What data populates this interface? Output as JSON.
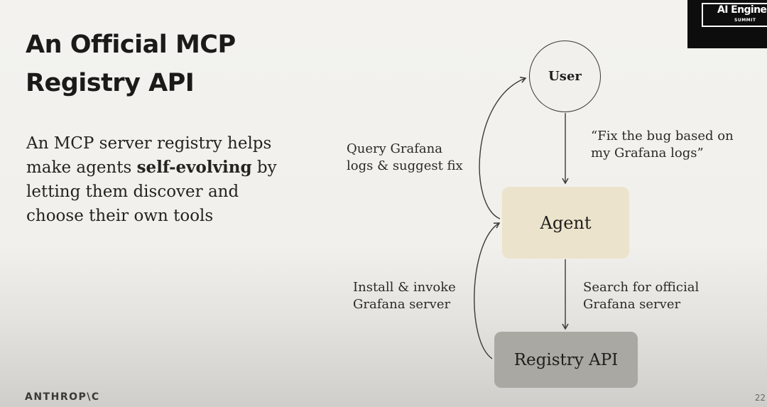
{
  "slide": {
    "title_line1": "An Official MCP",
    "title_line2": "Registry API",
    "body_before": "An MCP server registry helps make agents ",
    "body_bold": "self-evolving",
    "body_after": " by letting them discover and choose their own tools",
    "footer_logo": "ANTHROP\\C",
    "page_number": "22"
  },
  "badge": {
    "title": "AI Engineer",
    "subtitle": "SUMMIT"
  },
  "diagram": {
    "nodes": {
      "user": "User",
      "agent": "Agent",
      "registry": "Registry API"
    },
    "edges": {
      "user_to_agent_line1": "“Fix the bug based on",
      "user_to_agent_line2": "my Grafana logs”",
      "agent_to_user_line1": "Query Grafana",
      "agent_to_user_line2": "logs & suggest fix",
      "agent_to_registry_line1": "Search for official",
      "agent_to_registry_line2": "Grafana server",
      "registry_to_agent_line1": "Install & invoke",
      "registry_to_agent_line2": "Grafana server"
    }
  },
  "colors": {
    "agent_fill": "#ece3cc",
    "registry_fill": "#a9a8a2",
    "badge_bg": "#0d0d0d"
  }
}
